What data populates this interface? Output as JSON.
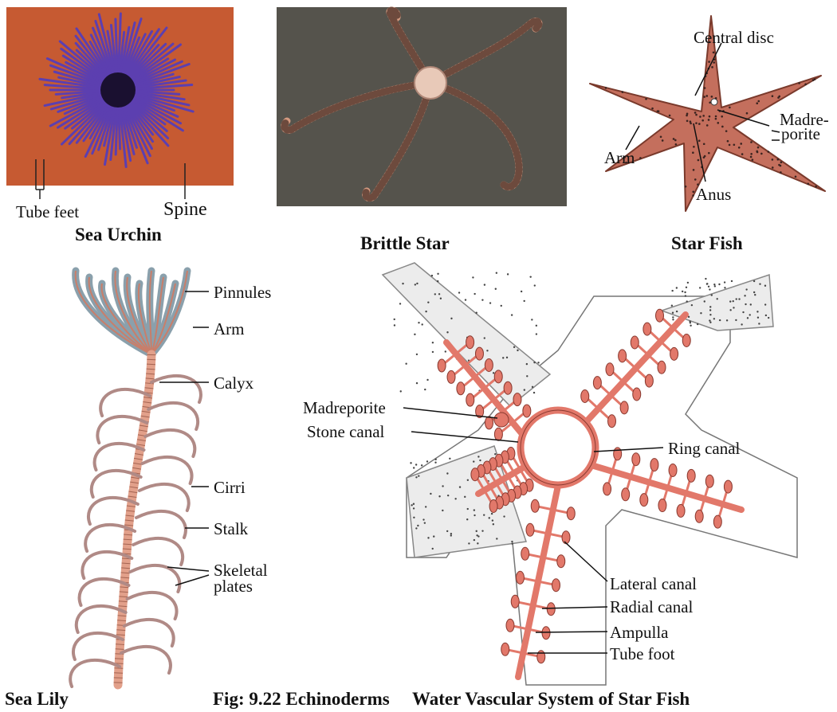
{
  "sea_urchin": {
    "title": "Sea Urchin",
    "labels": {
      "tube_feet": "Tube feet",
      "spine": "Spine"
    },
    "colors": {
      "bg": "#c65a32",
      "spine": "#5c3fb0",
      "center": "#1a1030"
    }
  },
  "brittle_star": {
    "title": "Brittle Star",
    "colors": {
      "bg": "#55534c",
      "arm": "#d49a80",
      "disc": "#e8c9b8"
    }
  },
  "star_fish": {
    "title": "Star Fish",
    "labels": {
      "central_disc": "Central disc",
      "madreporite_line1": "Madre-",
      "madreporite_line2": "porite",
      "arm": "Arm",
      "anus": "Anus"
    },
    "colors": {
      "body": "#c46f5d",
      "dots": "#3b2420"
    }
  },
  "sea_lily": {
    "title": "Sea Lily",
    "labels": {
      "pinnules": "Pinnules",
      "arm": "Arm",
      "calyx": "Calyx",
      "cirri": "Cirri",
      "stalk": "Stalk",
      "skeletal_line1": "Skeletal",
      "skeletal_line2": "plates"
    },
    "colors": {
      "arm": "#8aa0ac",
      "stalk": "#e2a08a"
    }
  },
  "water_vascular": {
    "title": "Water Vascular System of Star Fish",
    "labels": {
      "madreporite": "Madreporite",
      "stone_canal": "Stone canal",
      "ring_canal": "Ring canal",
      "lateral_canal": "Lateral canal",
      "radial_canal": "Radial canal",
      "ampulla": "Ampulla",
      "tube_foot": "Tube foot"
    },
    "colors": {
      "canal": "#e2786a",
      "skin": "#e9e9e9"
    }
  },
  "figure_caption": "Fig: 9.22  Echinoderms"
}
